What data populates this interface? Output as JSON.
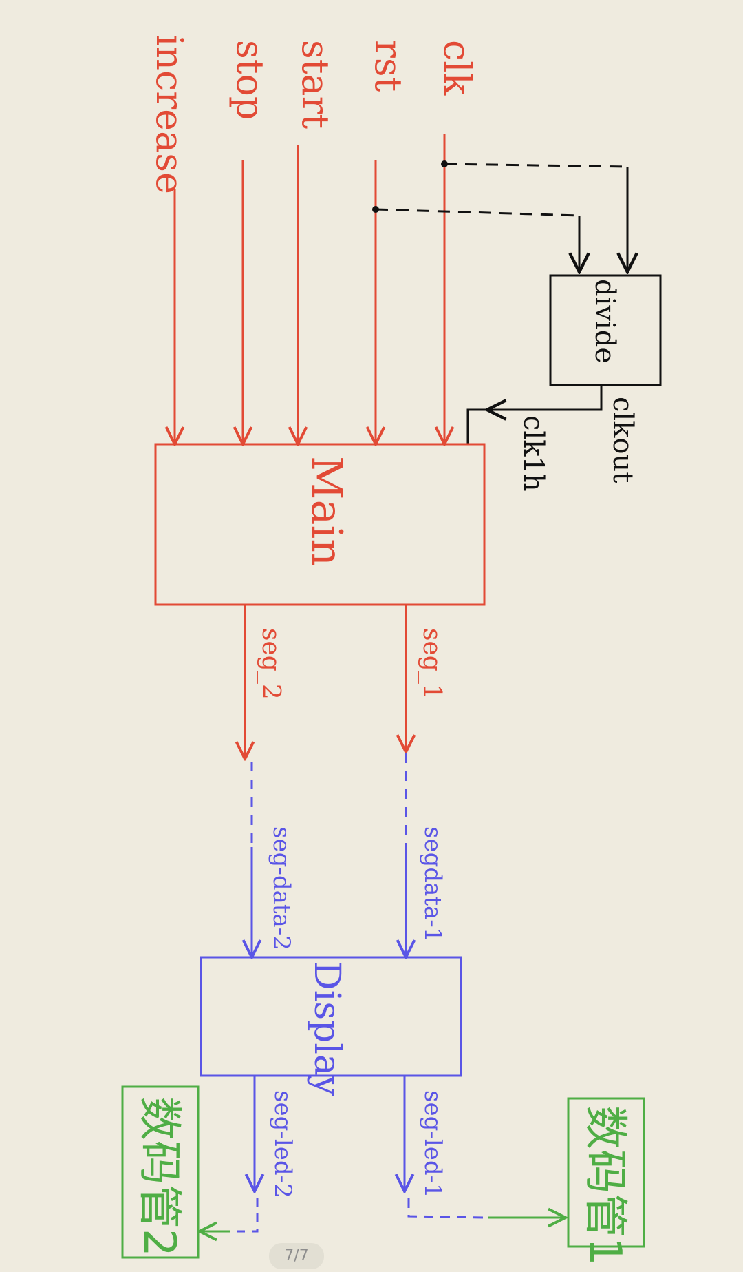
{
  "colors": {
    "signal": "#e24a35",
    "display": "#5a55e6",
    "output": "#4fae45",
    "clock": "#111111",
    "background": "#efebdf"
  },
  "inputs": {
    "clk": "clk",
    "rst": "rst",
    "start": "start",
    "stop": "stop",
    "increase": "increase"
  },
  "blocks": {
    "divide": "divide",
    "main": "Main",
    "display": "Display",
    "digit_1": "数码管1",
    "digit_2": "数码管2"
  },
  "signals": {
    "clkout": "clkout",
    "clk1h": "clk1h",
    "seg_1": "seg_1",
    "seg_2": "seg_2",
    "segdata_1": "segdata-1",
    "segdata_2": "seg-data-2",
    "segled_1": "seg-led-1",
    "segled_2": "seg-led-2"
  },
  "page_indicator": "7/7"
}
